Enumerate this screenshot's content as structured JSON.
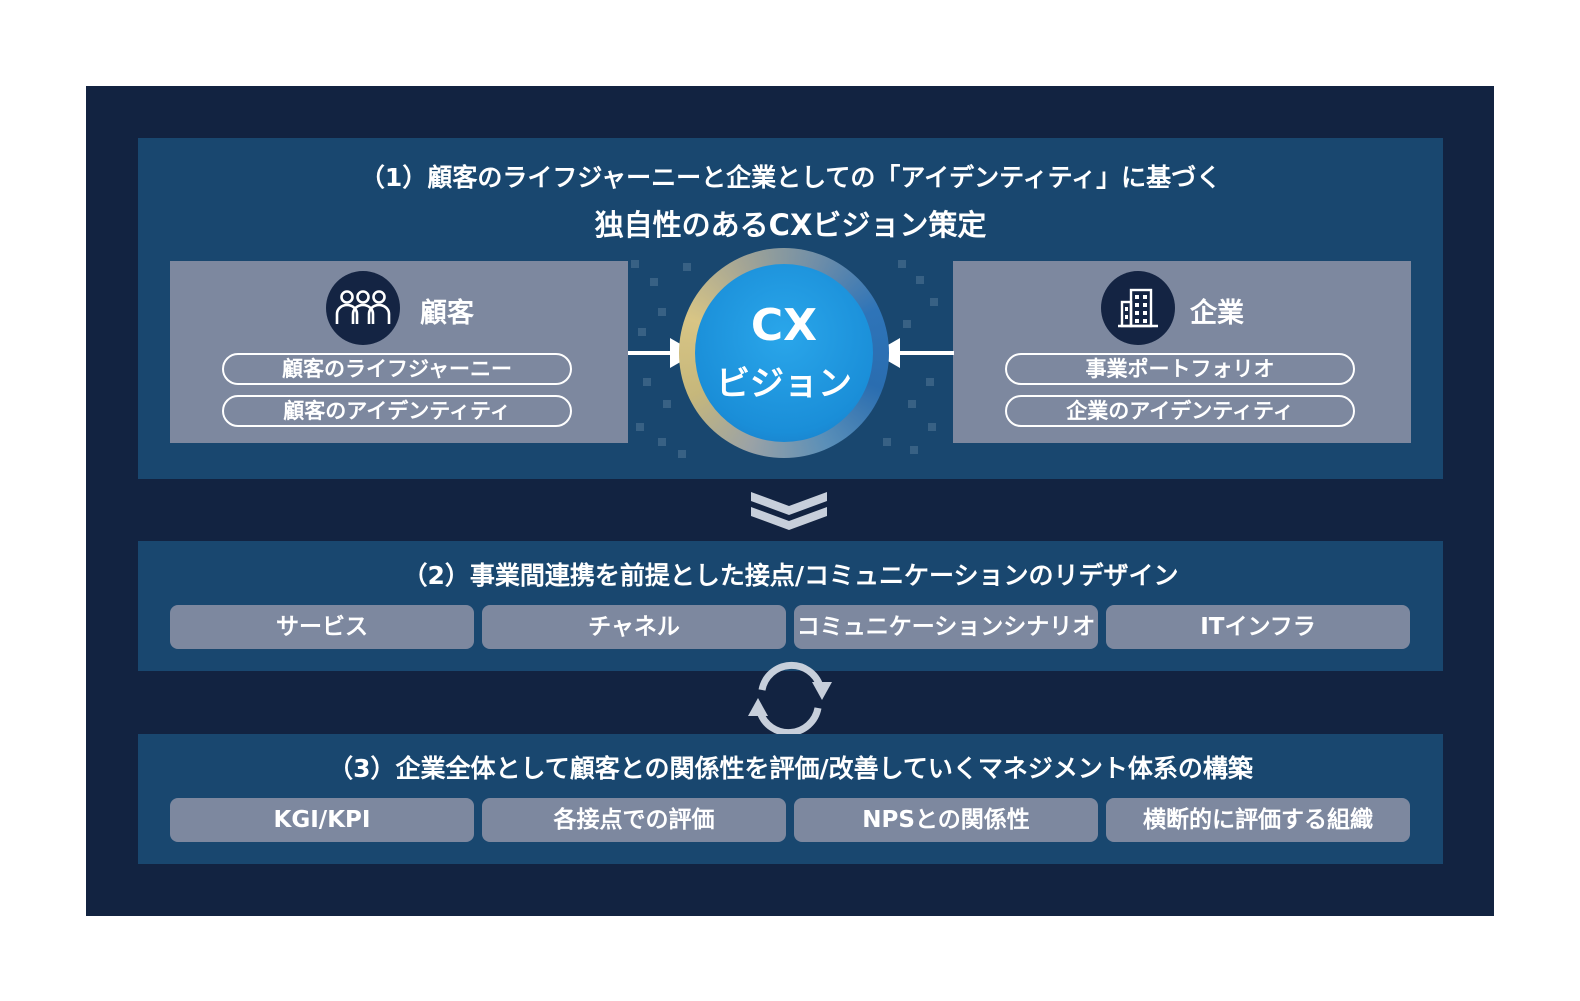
{
  "section1": {
    "title_line1": "（1）顧客のライフジャーニーと企業としての「アイデンティティ」に基づく",
    "title_line2": "独自性のあるCXビジョン策定",
    "customer": {
      "label": "顧客",
      "icon": "people-icon",
      "items": [
        "顧客のライフジャーニー",
        "顧客のアイデンティティ"
      ]
    },
    "company": {
      "label": "企業",
      "icon": "building-icon",
      "items": [
        "事業ポートフォリオ",
        "企業のアイデンティティ"
      ]
    },
    "center": {
      "line1": "CX",
      "line2": "ビジョン"
    }
  },
  "section2": {
    "title": "（2）事業間連携を前提とした接点/コミュニケーションのリデザイン",
    "boxes": [
      "サービス",
      "チャネル",
      "コミュニケーションシナリオ",
      "ITインフラ"
    ]
  },
  "section3": {
    "title": "（3）企業全体として顧客との関係性を評価/改善していくマネジメント体系の構築",
    "boxes": [
      "KGI/KPI",
      "各接点での評価",
      "NPSとの関係性",
      "横断的に評価する組織"
    ]
  },
  "colors": {
    "frame": "#122341",
    "section": "#19476f",
    "panel": "#7d889f",
    "accent_blue": "#1a8ed8",
    "gold": "#d8c585"
  }
}
